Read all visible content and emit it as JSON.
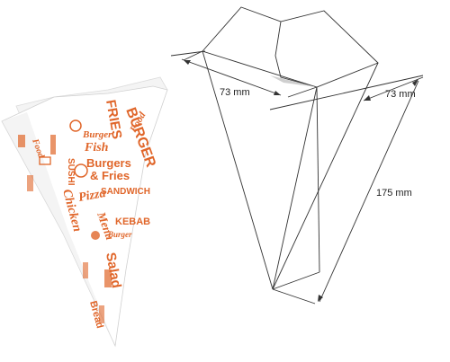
{
  "product": {
    "print_words": [
      "BURGER",
      "Food",
      "FRIES",
      "Fish",
      "Burger",
      "Burgers",
      "& Fries",
      "SUSHI",
      "SANDWICH",
      "Pizza",
      "Chicken",
      "KEBAB",
      "Menu",
      "Burger",
      "Salad",
      "Bread",
      "Food"
    ],
    "print_color": "#e0662a",
    "paper_color": "#ffffff"
  },
  "diagram": {
    "dimensions": [
      {
        "id": "top_left_edge",
        "label": "73 mm"
      },
      {
        "id": "top_right_edge",
        "label": "73 mm"
      },
      {
        "id": "cone_length",
        "label": "175 mm"
      }
    ],
    "line_color": "#333333"
  }
}
